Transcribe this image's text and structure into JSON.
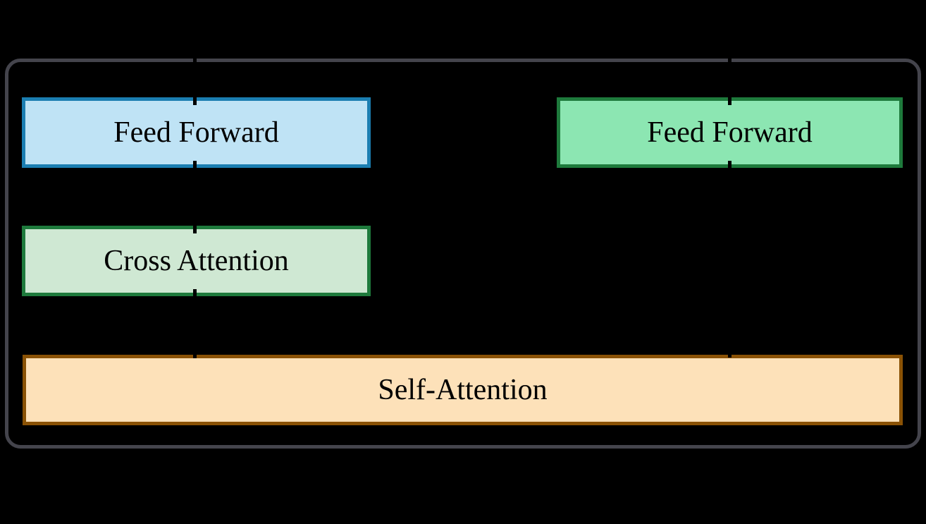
{
  "diagram": {
    "blocks": {
      "ff_left": {
        "label": "Feed Forward",
        "fill": "#bfe3f5",
        "border": "#1b7eb1"
      },
      "ff_right": {
        "label": "Feed Forward",
        "fill": "#8ce6b2",
        "border": "#1e7a3c"
      },
      "cross_attention": {
        "label": "Cross Attention",
        "fill": "#cfe8d3",
        "border": "#1e7a3c"
      },
      "self_attention": {
        "label": "Self-Attention",
        "fill": "#fde1b9",
        "border": "#8a5205"
      }
    },
    "colors": {
      "background": "#000000",
      "container_border": "#44444c",
      "connector": "#000000",
      "text": "#000000"
    }
  }
}
